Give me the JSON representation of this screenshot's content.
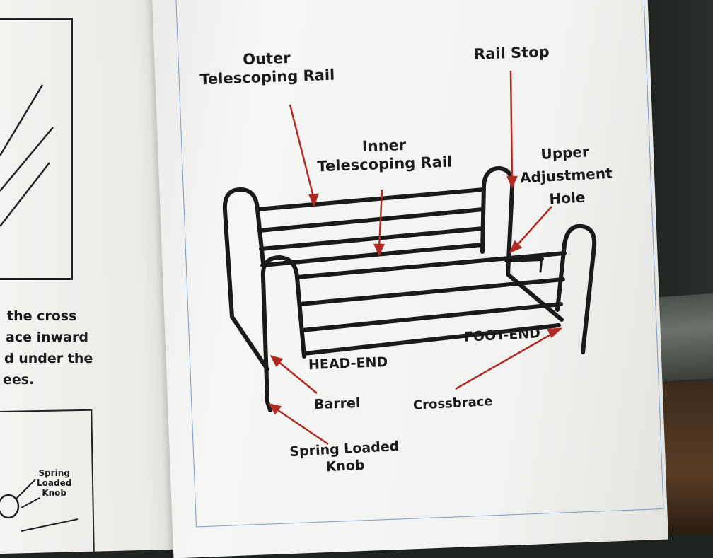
{
  "diagram": {
    "labels": {
      "outer_telescoping_rail_1": "Outer",
      "outer_telescoping_rail_2": "Telescoping Rail",
      "rail_stop": "Rail Stop",
      "inner_telescoping_rail_1": "Inner",
      "inner_telescoping_rail_2": "Telescoping Rail",
      "upper_adjustment_hole_1": "Upper",
      "upper_adjustment_hole_2": "Adjustment",
      "upper_adjustment_hole_3": "Hole",
      "head_end": "HEAD-END",
      "foot_end": "FOOT-END",
      "barrel": "Barrel",
      "crossbrace": "Crossbrace",
      "spring_loaded_knob_1": "Spring Loaded",
      "spring_loaded_knob_2": "Knob"
    },
    "arrow_color": "#b02a22",
    "rail_color": "#1a1a1a"
  },
  "left_page": {
    "text_lines": [
      "the cross",
      "ace inward",
      "d under the",
      "ees."
    ],
    "inset_label_1": "Spring",
    "inset_label_2": "Loaded",
    "inset_label_3": "Knob"
  }
}
